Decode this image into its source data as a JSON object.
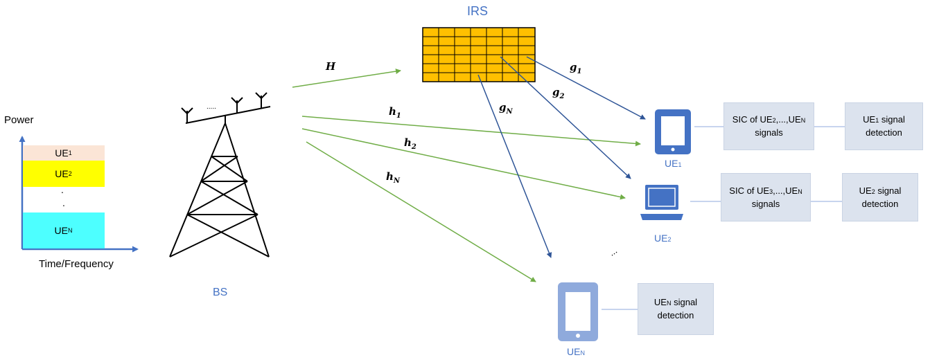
{
  "power_axis": {
    "y_label": "Power",
    "x_label": "Time/Frequency",
    "stack": [
      {
        "label": "UE",
        "sub": "1",
        "color": "#FBE5D6"
      },
      {
        "label": "UE",
        "sub": "2",
        "color": "#FFFF00"
      },
      {
        "label": "UE",
        "sub": "N",
        "color": "#4DFFFF"
      }
    ],
    "dots": ".",
    "dots2": "."
  },
  "bs": {
    "label": "BS",
    "antenna_dots": "....."
  },
  "irs": {
    "label": "IRS",
    "fill": "#FFC000"
  },
  "channels": {
    "H": "H",
    "h1": {
      "main": "h",
      "sub": "1"
    },
    "h2": {
      "main": "h",
      "sub": "2"
    },
    "hN": {
      "main": "h",
      "sub": "N"
    },
    "g1": {
      "main": "g",
      "sub": "1"
    },
    "g2": {
      "main": "g",
      "sub": "2"
    },
    "gN": {
      "main": "g",
      "sub": "N"
    }
  },
  "users": [
    {
      "label": "UE",
      "sub": "1"
    },
    {
      "label": "UE",
      "sub": "2"
    },
    {
      "label": "UE",
      "sub": "N"
    }
  ],
  "ue_dots": "...",
  "boxes": {
    "sic1": {
      "l1a": "SIC of UE",
      "l1s1": "2",
      "l1b": ",...,UE",
      "l1s2": "N",
      "l2": "signals"
    },
    "det1": {
      "l1a": "UE",
      "l1s": "1",
      "l1b": " signal",
      "l2": "detection"
    },
    "sic2": {
      "l1a": "SIC of UE",
      "l1s1": "3",
      "l1b": ",...,UE",
      "l1s2": "N",
      "l2": "signals"
    },
    "det2": {
      "l1a": "UE",
      "l1s": "2",
      "l1b": " signal",
      "l2": "detection"
    },
    "detN": {
      "l1a": "UE",
      "l1s": "N",
      "l1b": " signal",
      "l2": "detection"
    }
  },
  "colors": {
    "green": "#70AD47",
    "blue": "#2F5597",
    "icon_blue": "#4472C4",
    "icon_light": "#8FAADC"
  }
}
